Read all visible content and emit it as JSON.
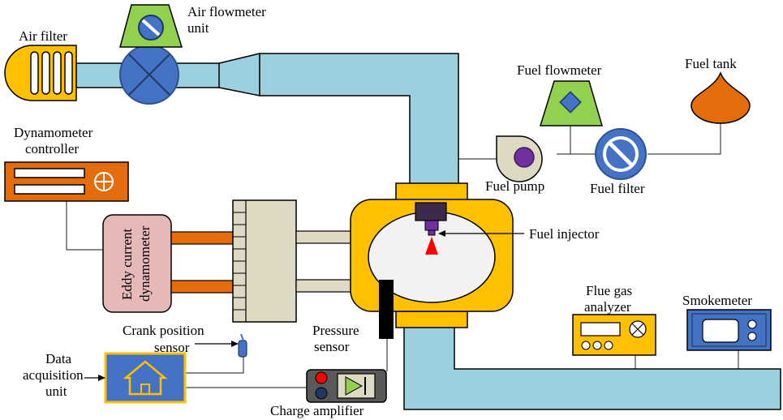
{
  "labels": {
    "air_filter": "Air filter",
    "air_flowmeter_1": "Air flowmeter",
    "air_flowmeter_2": "unit",
    "fuel_flowmeter": "Fuel flowmeter",
    "fuel_tank": "Fuel tank",
    "dyn_ctrl_1": "Dynamometer",
    "dyn_ctrl_2": "controller",
    "fuel_pump": "Fuel pump",
    "fuel_filter": "Fuel filter",
    "fuel_injector": "Fuel injector",
    "eddy_1": "Eddy current",
    "eddy_2": "dynamometer",
    "flue_1": "Flue gas",
    "flue_2": "analyzer",
    "smokemeter": "Smokemeter",
    "crank_1": "Crank position",
    "crank_2": "sensor",
    "pressure_1": "Pressure",
    "pressure_2": "sensor",
    "daq_1": "Data",
    "daq_2": "acquisition",
    "daq_3": "unit",
    "charge_amp": "Charge amplifier"
  },
  "colors": {
    "duct": "#9dd0de",
    "green": "#92d050",
    "orange": "#e46c0a",
    "yellow": "#ffc000",
    "blue_device": "#4472c4",
    "beige": "#ddd9c3",
    "pink": "#e6b9b8",
    "purple": "#7030a0",
    "red": "#ff0000"
  }
}
